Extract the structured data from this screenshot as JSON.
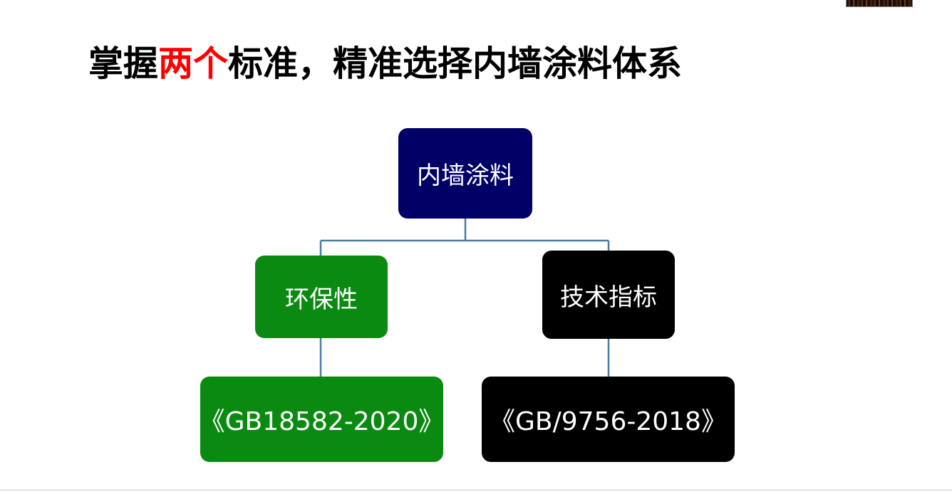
{
  "slide": {
    "title_prefix": "掌握",
    "title_accent": "两个",
    "title_suffix": "标准，精准选择内墙涂料体系",
    "background_color": "#ffffff",
    "accent_color": "#ff0000"
  },
  "decoration": {
    "top_image_strip_name": "clipped-photo-strip"
  },
  "diagram": {
    "connector_color": "#4a7ba5",
    "nodes": [
      {
        "id": "root",
        "label": "内墙涂料",
        "color": "#000066",
        "text_color": "#ffffff",
        "level": 0
      },
      {
        "id": "eco",
        "label": "环保性",
        "color": "#0a8a10",
        "text_color": "#ffffff",
        "level": 1
      },
      {
        "id": "tech",
        "label": "技术指标",
        "color": "#000000",
        "text_color": "#ffffff",
        "level": 1
      },
      {
        "id": "std-eco",
        "label": "《GB18582-2020》",
        "color": "#0a8a10",
        "text_color": "#ffffff",
        "level": 2
      },
      {
        "id": "std-tech",
        "label": "《GB/9756-2018》",
        "color": "#000000",
        "text_color": "#ffffff",
        "level": 2
      }
    ]
  },
  "footer": {
    "rule_color": "#c8c8c8"
  }
}
